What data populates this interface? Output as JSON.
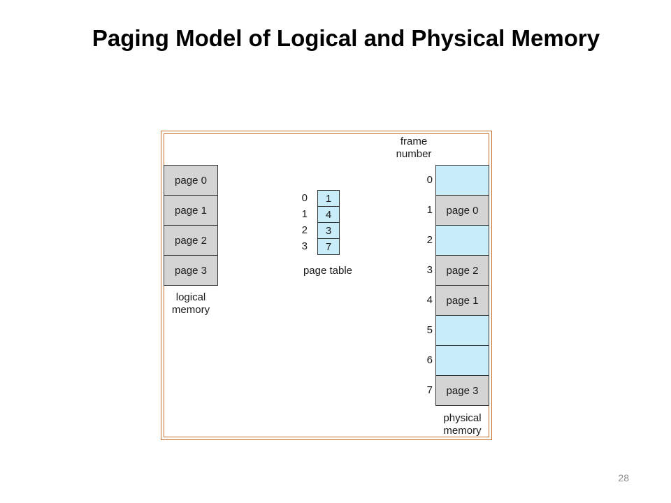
{
  "slide": {
    "title": "Paging Model of Logical and Physical Memory",
    "number": "28"
  },
  "logical_memory": {
    "pages": [
      "page 0",
      "page 1",
      "page 2",
      "page 3"
    ],
    "label_line1": "logical",
    "label_line2": "memory"
  },
  "page_table": {
    "indices": [
      "0",
      "1",
      "2",
      "3"
    ],
    "frames": [
      "1",
      "4",
      "3",
      "7"
    ],
    "label": "page table"
  },
  "physical_memory": {
    "header_line1": "frame",
    "header_line2": "number",
    "frame_numbers": [
      "0",
      "1",
      "2",
      "3",
      "4",
      "5",
      "6",
      "7"
    ],
    "frames": [
      "",
      "page 0",
      "",
      "page 2",
      "page 1",
      "",
      "",
      "page 3"
    ],
    "label_line1": "physical",
    "label_line2": "memory"
  },
  "colors": {
    "border": "#c96f2a",
    "page_fill": "#d4d4d4",
    "frame_fill": "#c8ecf8"
  }
}
